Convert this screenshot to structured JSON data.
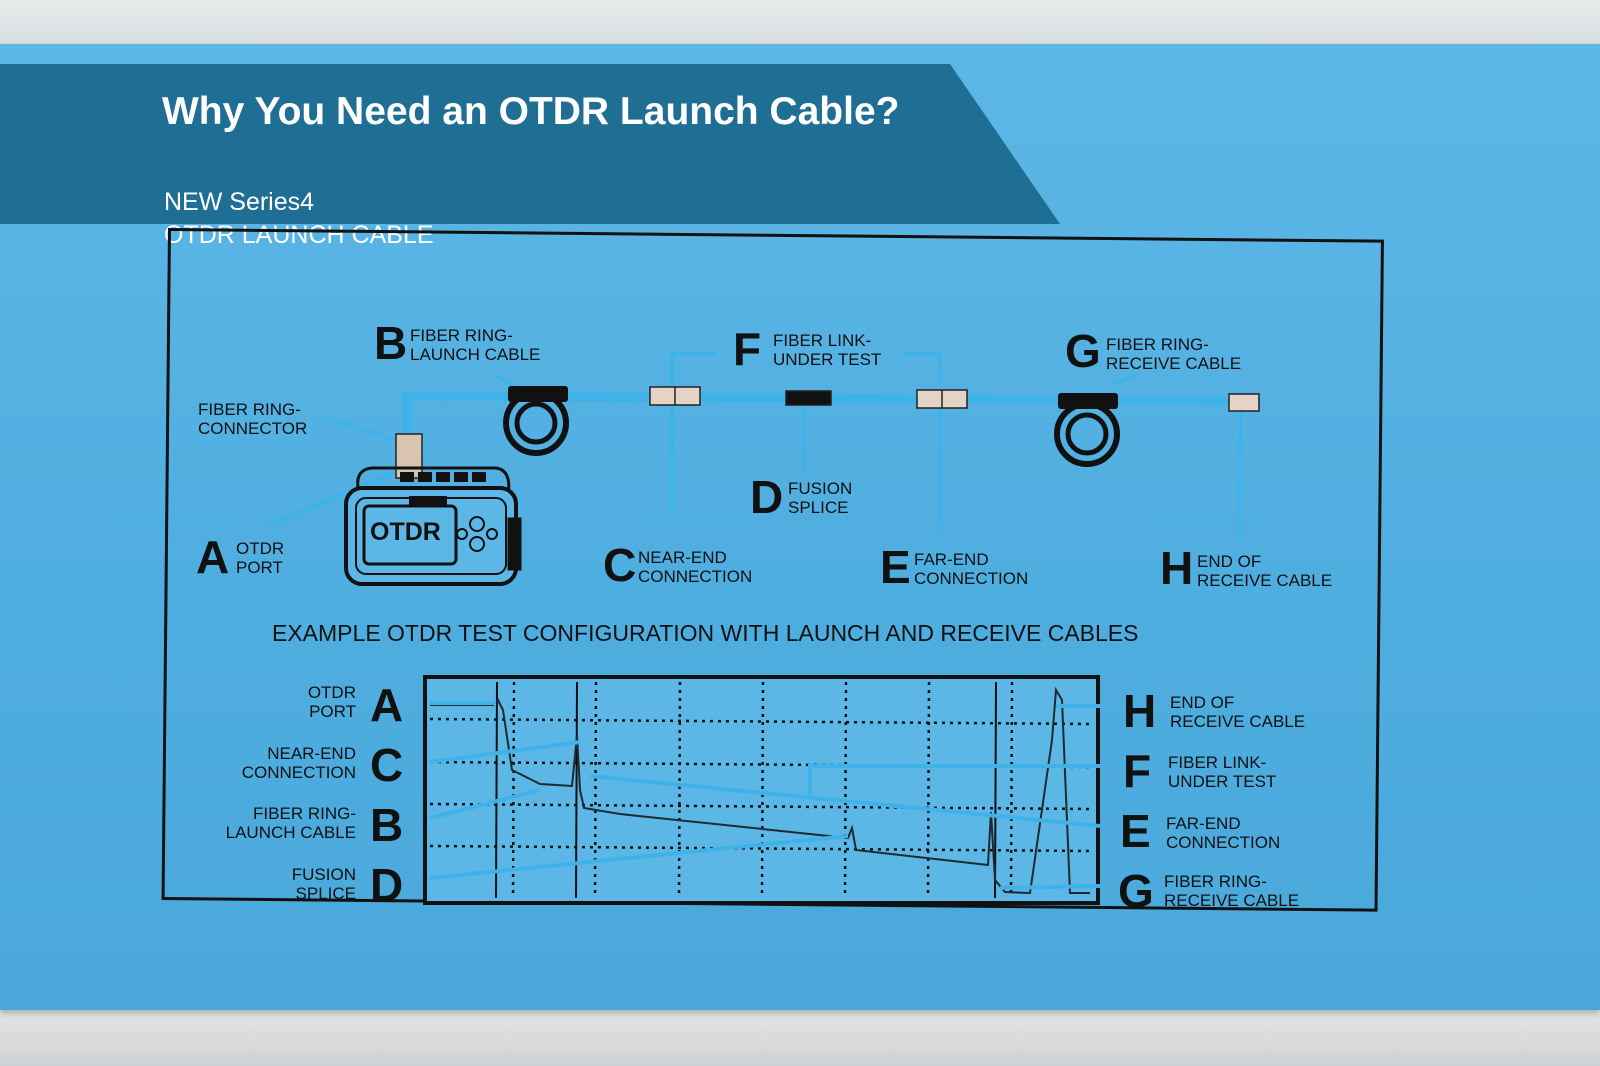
{
  "header": {
    "title": "Why You Need an OTDR Launch Cable?",
    "subtitle_line1": "NEW Series4",
    "subtitle_line2": "OTDR LAUNCH CABLE"
  },
  "device_label": "OTDR",
  "top_diagram": {
    "connector_label_1": "FIBER RING-",
    "connector_label_2": "CONNECTOR",
    "A": {
      "letter": "A",
      "line1": "OTDR",
      "line2": "PORT"
    },
    "B": {
      "letter": "B",
      "line1": "FIBER RING-",
      "line2": "LAUNCH CABLE"
    },
    "C": {
      "letter": "C",
      "line1": "NEAR-END",
      "line2": "CONNECTION"
    },
    "D": {
      "letter": "D",
      "line1": "FUSION",
      "line2": "SPLICE"
    },
    "E": {
      "letter": "E",
      "line1": "FAR-END",
      "line2": "CONNECTION"
    },
    "F": {
      "letter": "F",
      "line1": "FIBER LINK-",
      "line2": "UNDER TEST"
    },
    "G": {
      "letter": "G",
      "line1": "FIBER RING-",
      "line2": "RECEIVE CABLE"
    },
    "H": {
      "letter": "H",
      "line1": "END OF",
      "line2": "RECEIVE CABLE"
    }
  },
  "caption": "EXAMPLE OTDR TEST CONFIGURATION WITH LAUNCH AND RECEIVE CABLES",
  "trace_legend": {
    "left": [
      {
        "letter": "A",
        "line1": "OTDR",
        "line2": "PORT"
      },
      {
        "letter": "C",
        "line1": "NEAR-END",
        "line2": "CONNECTION"
      },
      {
        "letter": "B",
        "line1": "FIBER RING-",
        "line2": "LAUNCH CABLE"
      },
      {
        "letter": "D",
        "line1": "FUSION",
        "line2": "SPLICE"
      }
    ],
    "right": [
      {
        "letter": "H",
        "line1": "END OF",
        "line2": "RECEIVE CABLE"
      },
      {
        "letter": "F",
        "line1": "FIBER LINK-",
        "line2": "UNDER TEST"
      },
      {
        "letter": "E",
        "line1": "FAR-END",
        "line2": "CONNECTION"
      },
      {
        "letter": "G",
        "line1": "FIBER RING-",
        "line2": "RECEIVE CABLE"
      }
    ]
  },
  "colors": {
    "panel": "#4faee0",
    "banner": "#1f6f95",
    "fiber": "#3fb2ea",
    "ink": "#111111"
  }
}
